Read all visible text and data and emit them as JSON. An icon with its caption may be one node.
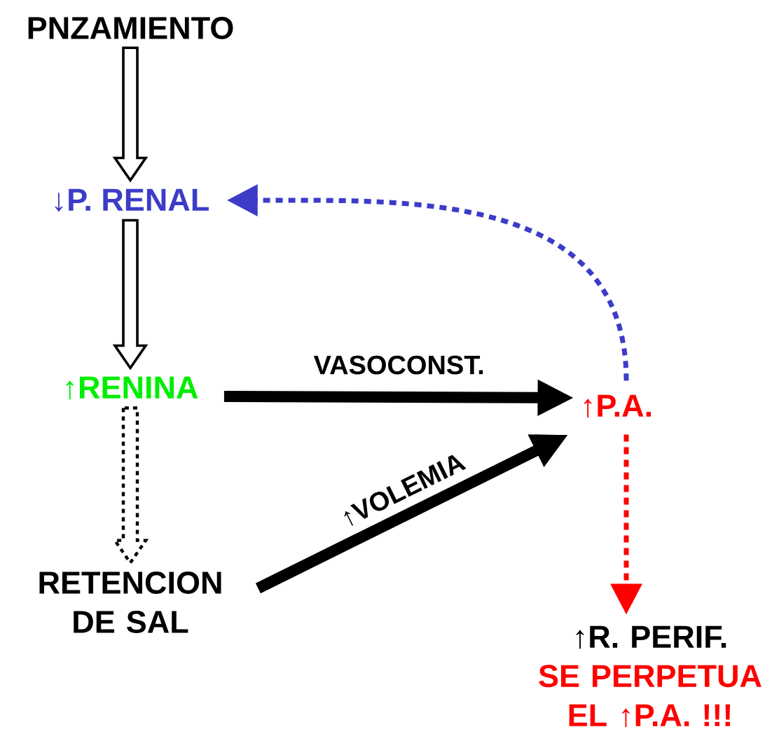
{
  "diagram": {
    "nodes": [
      {
        "text": [
          "PNZAMIENTO"
        ]
      },
      {
        "text": [
          "↓P. RENAL"
        ]
      },
      {
        "text": [
          "↑RENINA"
        ]
      },
      {
        "text": [
          "RETENCION DE SAL"
        ]
      },
      {
        "text": [
          "↑P.A."
        ]
      },
      {
        "text": [
          "↑R. PERIF.",
          "SE PERPETUA EL ↑P.A. !!!"
        ]
      }
    ],
    "edges": [
      {
        "from": 0,
        "to": 1,
        "arrow": "to"
      },
      {
        "from": 1,
        "to": 2,
        "arrow": "to"
      },
      {
        "from": 2,
        "to": 3,
        "arrow": "to",
        "style": "dashed"
      },
      {
        "from": 2,
        "to": 4,
        "arrow": "to",
        "style": "thick",
        "label": "VASOCONST."
      },
      {
        "from": 3,
        "to": 4,
        "arrow": "to",
        "style": "thick",
        "label": "↑VOLEMIA"
      },
      {
        "from": 4,
        "to": 1,
        "arrow": "to",
        "style": "dashed",
        "color": "#3c3cc8"
      },
      {
        "from": 4,
        "to": 5,
        "arrow": "to",
        "style": "dashed",
        "color": "#ff0000"
      }
    ]
  }
}
